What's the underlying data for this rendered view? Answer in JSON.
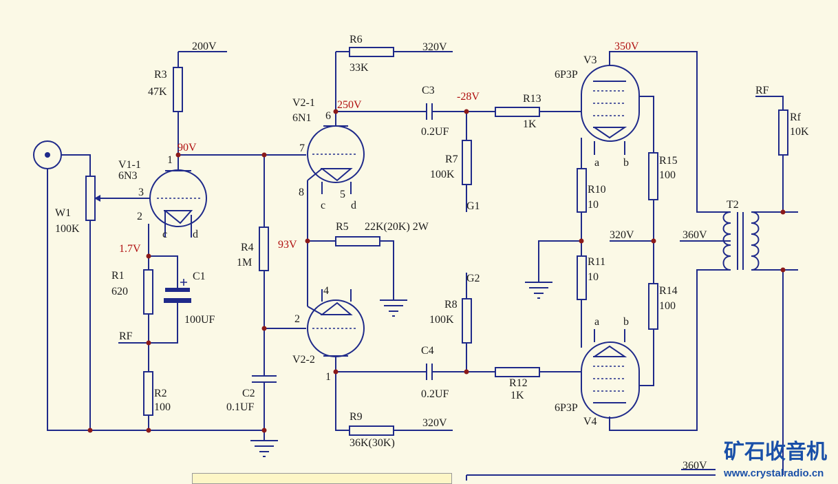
{
  "voltages": {
    "v200": "200V",
    "v320a": "320V",
    "v350": "350V",
    "v90": "90V",
    "v250": "250V",
    "m28": "-28V",
    "v93": "93V",
    "v17": "1.7V",
    "v320b": "320V",
    "v360a": "360V",
    "v320c": "320V",
    "v360b": "360V"
  },
  "components": {
    "R3": "R3",
    "R3v": "47K",
    "R6": "R6",
    "R6v": "33K",
    "V21": "V2-1",
    "V21t": "6N1",
    "C3": "C3",
    "C3v": "0.2UF",
    "R13": "R13",
    "R13v": "1K",
    "V3": "V3",
    "V3t": "6P3P",
    "V11": "V1-1",
    "V11t": "6N3",
    "W1": "W1",
    "W1v": "100K",
    "R7": "R7",
    "R7v": "100K",
    "G1": "G1",
    "R15": "R15",
    "R15v": "100",
    "R10": "R10",
    "R10v": "10",
    "R5": "R5",
    "R5v": "22K(20K) 2W",
    "R4": "R4",
    "R4v": "1M",
    "R1": "R1",
    "R1v": "620",
    "C1": "C1",
    "C1v": "100UF",
    "RF": "RF",
    "R2": "R2",
    "R2v": "100",
    "G2": "G2",
    "R8": "R8",
    "R8v": "100K",
    "R11": "R11",
    "R11v": "10",
    "R14": "R14",
    "R14v": "100",
    "V22": "V2-2",
    "C4": "C4",
    "C4v": "0.2UF",
    "R12": "R12",
    "R12v": "1K",
    "V4": "V4",
    "V4t": "6P3P",
    "C2": "C2",
    "C2v": "0.1UF",
    "R9": "R9",
    "R9v": "36K(30K)",
    "T2": "T2",
    "RFo": "RF",
    "Rf": "Rf",
    "Rfv": "10K"
  },
  "pins": {
    "p1": "1",
    "p3": "3",
    "p2": "2",
    "pc": "c",
    "pd": "d",
    "p6": "6",
    "p7": "7",
    "p8": "8",
    "pc2": "c",
    "p5": "5",
    "pd2": "d",
    "p4": "4",
    "p2b": "2",
    "p1b": "1",
    "a1": "a",
    "b1": "b",
    "a2": "a",
    "b2": "b"
  },
  "watermark": {
    "logo": "矿石收音机",
    "url": "www.crystalradio.cn"
  },
  "colors": {
    "wire": "#1f2a8a",
    "voltage": "#b01010",
    "junction": "#8b1a1a",
    "background": "#fbf9e6"
  }
}
